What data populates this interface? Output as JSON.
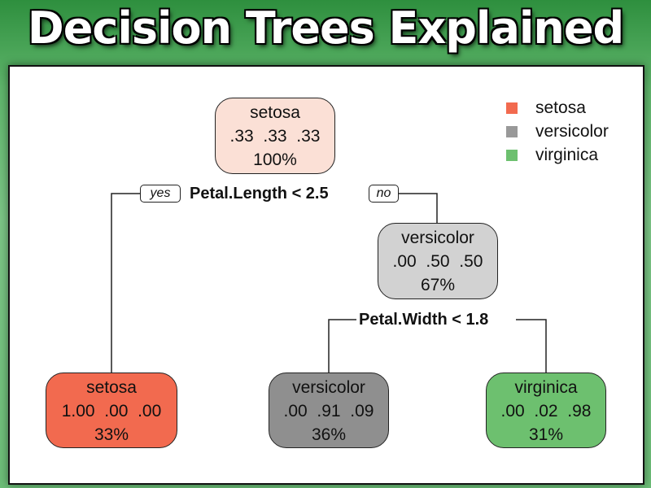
{
  "headline": "Decision Trees Explained",
  "colors": {
    "setosa": "#f26a4f",
    "versicolor": "#999999",
    "virginica": "#6dc06f"
  },
  "legend": {
    "items": [
      {
        "label": "setosa",
        "color": "#f26a4f"
      },
      {
        "label": "versicolor",
        "color": "#999999"
      },
      {
        "label": "virginica",
        "color": "#6dc06f"
      }
    ]
  },
  "tree": {
    "root": {
      "class": "setosa",
      "probs": ".33  .33  .33",
      "pct": "100%",
      "fill": "#fbe0d6"
    },
    "split_root": "Petal.Length < 2.5",
    "yes_label": "yes",
    "no_label": "no",
    "left_leaf": {
      "class": "setosa",
      "probs": "1.00  .00  .00",
      "pct": "33%",
      "fill": "#f26a4f"
    },
    "right_node": {
      "class": "versicolor",
      "probs": ".00  .50  .50",
      "pct": "67%",
      "fill": "#d2d2d2"
    },
    "split_right": "Petal.Width < 1.8",
    "leaf_versicolor": {
      "class": "versicolor",
      "probs": ".00  .91  .09",
      "pct": "36%",
      "fill": "#8f8f8f"
    },
    "leaf_virginica": {
      "class": "virginica",
      "probs": ".00  .02  .98",
      "pct": "31%",
      "fill": "#6dc06f"
    }
  }
}
